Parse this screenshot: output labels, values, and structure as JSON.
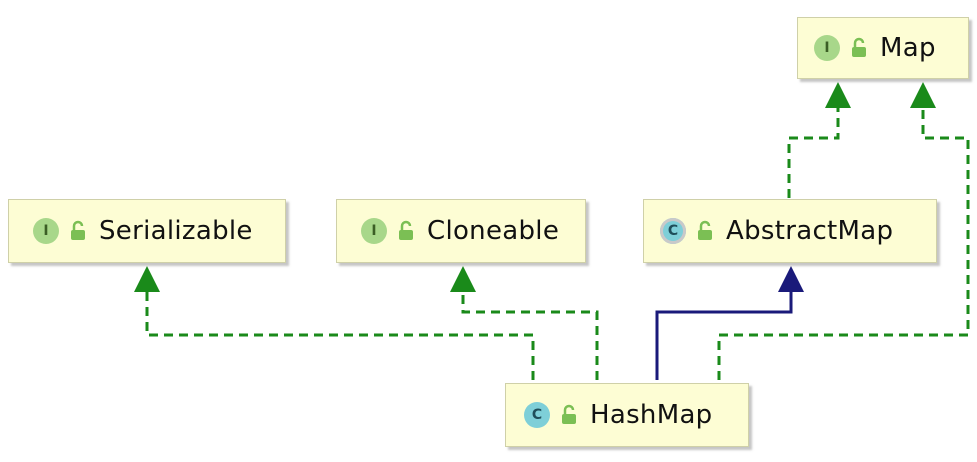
{
  "colors": {
    "realization": "#1a8a1a",
    "inheritance": "#1a1a7a",
    "node_fill": "#fdfdd4",
    "node_border": "#cfd0a8"
  },
  "nodes": {
    "map": {
      "label": "Map",
      "badge": "I",
      "kind": "interface"
    },
    "serializable": {
      "label": "Serializable",
      "badge": "I",
      "kind": "interface"
    },
    "cloneable": {
      "label": "Cloneable",
      "badge": "I",
      "kind": "interface"
    },
    "abstractmap": {
      "label": "AbstractMap",
      "badge": "C",
      "kind": "abstract-class"
    },
    "hashmap": {
      "label": "HashMap",
      "badge": "C",
      "kind": "class"
    }
  },
  "relationships": [
    {
      "from": "HashMap",
      "to": "Serializable",
      "type": "realization"
    },
    {
      "from": "HashMap",
      "to": "Cloneable",
      "type": "realization"
    },
    {
      "from": "HashMap",
      "to": "AbstractMap",
      "type": "inheritance"
    },
    {
      "from": "HashMap",
      "to": "Map",
      "type": "realization"
    },
    {
      "from": "AbstractMap",
      "to": "Map",
      "type": "realization"
    }
  ]
}
